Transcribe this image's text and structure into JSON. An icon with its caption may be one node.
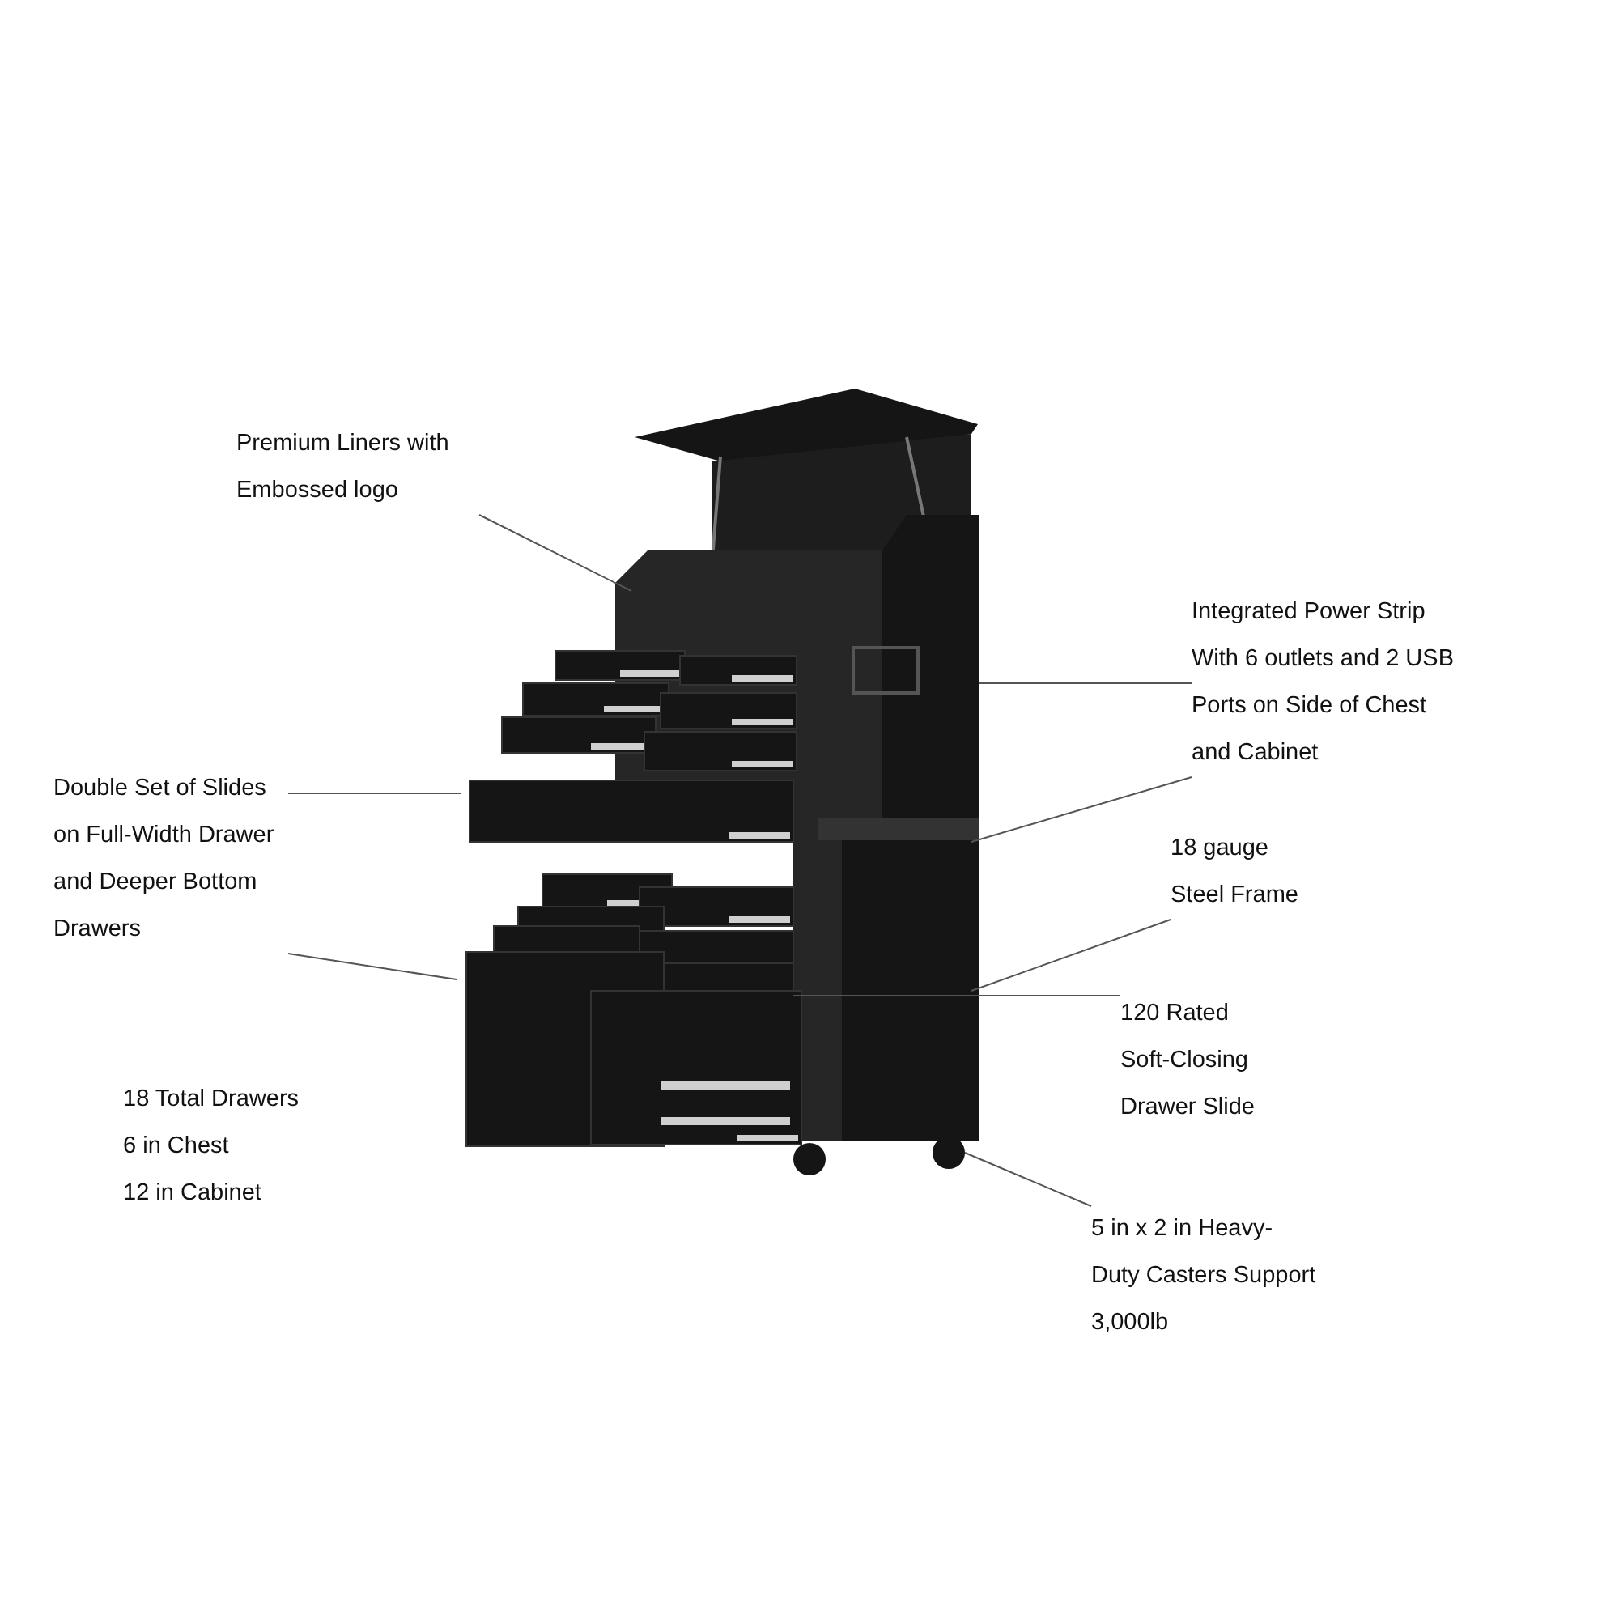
{
  "diagram": {
    "nodes": [
      {
        "text": [
          "Premium Liners with Embossed logo"
        ]
      },
      {
        "text": [
          "Integrated Power Strip With 6 outlets and 2 USB Ports on Side of Chest and Cabinet"
        ]
      },
      {
        "text": [
          "Double Set of Slides on Full-Width Drawer and Deeper Bottom Drawers"
        ]
      },
      {
        "text": [
          "18 gauge Steel Frame"
        ]
      },
      {
        "text": [
          "120 Rated Soft-Closing Drawer Slide"
        ]
      },
      {
        "text": [
          "5 in x 2 in Heavy-Duty Casters Support 3,000lb"
        ]
      }
    ],
    "edges": [
      {
        "from": 0,
        "to": null,
        "arrow": "none"
      },
      {
        "from": 1,
        "to": null,
        "arrow": "none"
      },
      {
        "from": 1,
        "to": null,
        "arrow": "none"
      },
      {
        "from": 2,
        "to": null,
        "arrow": "none"
      },
      {
        "from": 2,
        "to": null,
        "arrow": "none"
      },
      {
        "from": 3,
        "to": null,
        "arrow": "none"
      },
      {
        "from": 4,
        "to": null,
        "arrow": "none"
      },
      {
        "from": 5,
        "to": null,
        "arrow": "none"
      }
    ],
    "labels": [
      "18 Total Drawers",
      "6 in Chest",
      "12 in Cabinet"
    ]
  }
}
